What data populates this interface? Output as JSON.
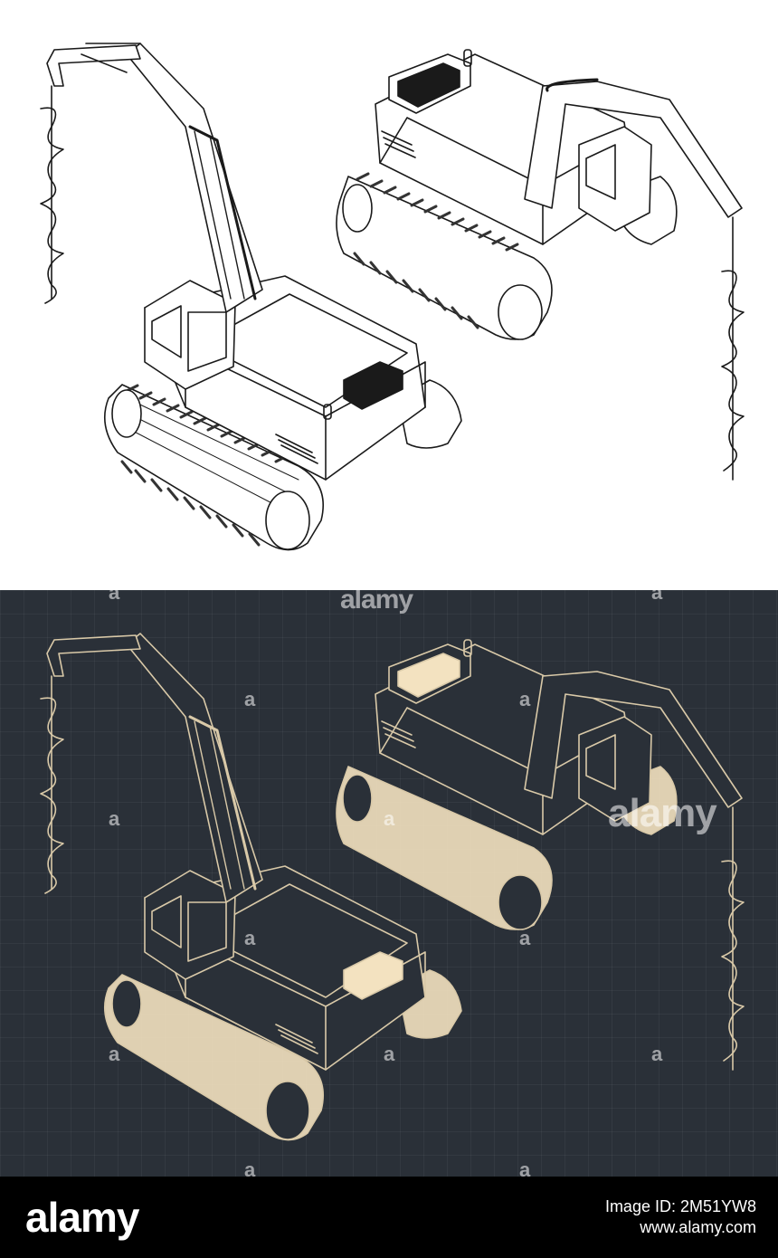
{
  "watermark": {
    "glyph": "a",
    "word": "alamy"
  },
  "footer": {
    "logo": "alamy",
    "image_id": "Image ID: 2M51YW8",
    "website": "www.alamy.com"
  },
  "colors": {
    "blueprint_bg": "#2a3038",
    "line_light": "#d9c9a8",
    "fill_light": "#f3e2c0",
    "line_dark": "#1a1a1a",
    "footer_bg": "#000000"
  }
}
